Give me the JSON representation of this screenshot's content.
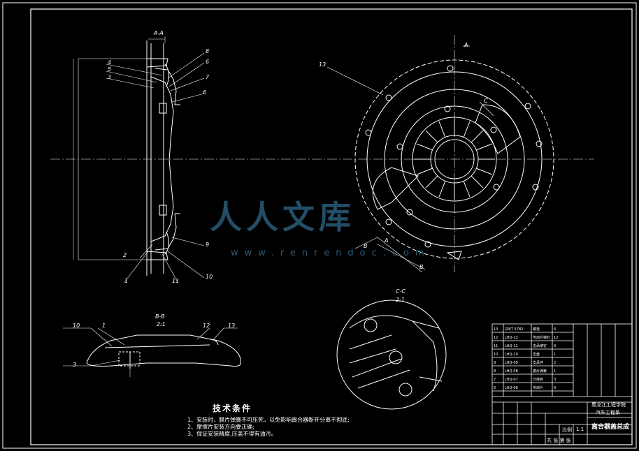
{
  "sections": {
    "aa": "A-A",
    "bb": "B-B",
    "bb_scale": "2:1",
    "cc": "C-C",
    "cc_scale": "2:1",
    "arrow_a": "A",
    "arrow_b": "B",
    "detail_c": "C"
  },
  "part_numbers": {
    "p1": "1",
    "p2": "2",
    "p3": "3",
    "p4": "4",
    "p5": "5",
    "p6": "6",
    "p7": "7",
    "p8": "8",
    "p9": "9",
    "p10": "10",
    "p11": "11",
    "p12": "12",
    "p13": "13"
  },
  "watermark": {
    "main": "人人文库",
    "url": "www.renrendoc.com"
  },
  "tech_requirements": {
    "title": "技术条件",
    "lines": [
      "1、安装时，膜片弹簧不可压死，以免影响离合器断开分离不彻底;",
      "2、摩擦片安装方向要正确;",
      "3、保证安装精度,压盖不得有油污。"
    ]
  },
  "title_block": {
    "school": "黑龙江工程学院",
    "dept": "汽车工程系",
    "drawing_name": "离合器盖总成",
    "scale_label": "比例",
    "scale": "1:1",
    "sheet": "共 张 第 张"
  },
  "colors": {
    "line": "#ffffff",
    "watermark": "#2a5c7a",
    "background": "#000000"
  }
}
